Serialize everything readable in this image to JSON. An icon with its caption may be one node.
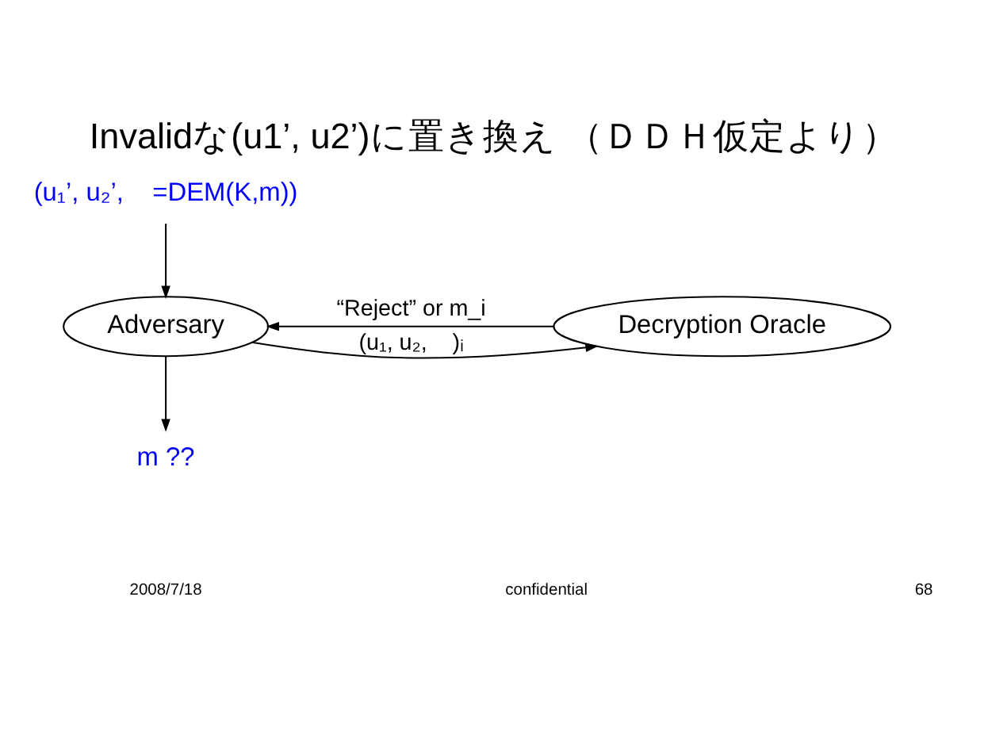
{
  "diagram": {
    "title": "Invalidな(u1’, u2’)に置き換え （ＤＤＨ仮定より）",
    "nodes": [
      {
        "text": [
          "(u₁’, u₂’,    =DEM(K,m))"
        ]
      },
      {
        "text": [
          "Adversary"
        ]
      },
      {
        "text": [
          "Decryption Oracle"
        ]
      },
      {
        "text": [
          "m ??"
        ]
      }
    ],
    "edges": [
      {
        "from": 0,
        "to": 1,
        "arrow": "to"
      },
      {
        "from": 1,
        "to": 2,
        "arrow": "to",
        "label": "(u₁, u₂,    )ᵢ"
      },
      {
        "from": 2,
        "to": 1,
        "arrow": "to",
        "label": "“Reject” or m_i"
      },
      {
        "from": 1,
        "to": 3,
        "arrow": "to"
      }
    ],
    "labels": [
      "2008/7/18",
      "confidential",
      "68"
    ]
  }
}
